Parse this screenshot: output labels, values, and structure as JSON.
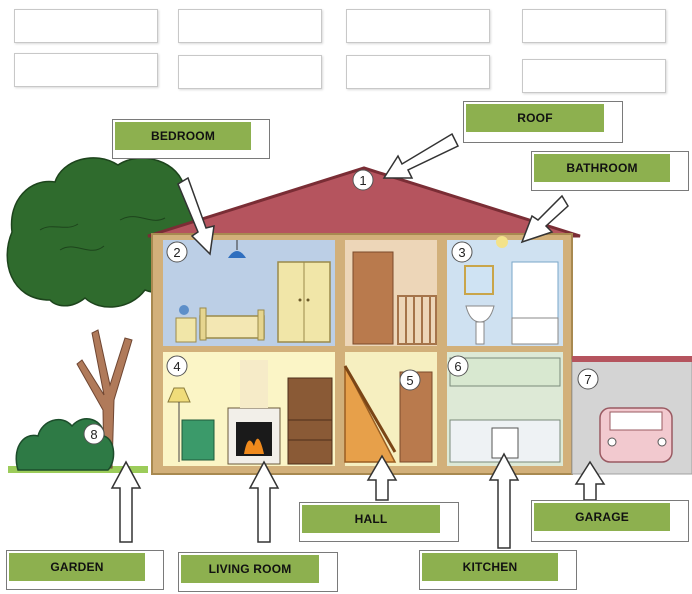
{
  "answer_blanks": [
    "",
    "",
    "",
    "",
    "",
    "",
    "",
    ""
  ],
  "labels": {
    "bedroom": "BEDROOM",
    "roof": "ROOF",
    "bathroom": "BATHROOM",
    "hall": "HALL",
    "garage": "GARAGE",
    "garden": "GARDEN",
    "living_room": "LIVING ROOM",
    "kitchen": "KITCHEN"
  },
  "numbers": {
    "n1": "1",
    "n2": "2",
    "n3": "3",
    "n4": "4",
    "n5": "5",
    "n6": "6",
    "n7": "7",
    "n8": "8"
  },
  "colors": {
    "label_green": "#8db04f",
    "roof": "#b5545e",
    "wall": "#d2b07a",
    "tree": "#2d6a2c"
  }
}
